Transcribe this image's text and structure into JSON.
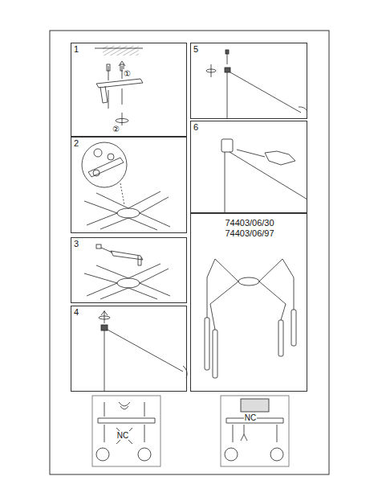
{
  "diagram": {
    "nodes": [
      {
        "text": [
          "1"
        ]
      },
      {
        "text": [
          "2"
        ]
      },
      {
        "text": [
          "3"
        ]
      },
      {
        "text": [
          "4"
        ]
      },
      {
        "text": [
          "5"
        ]
      },
      {
        "text": [
          "6"
        ]
      },
      {
        "text": [
          "74403/06/30",
          "74403/06/97"
        ]
      }
    ],
    "labels": [
      "①",
      "②",
      "NC",
      "NC"
    ]
  }
}
